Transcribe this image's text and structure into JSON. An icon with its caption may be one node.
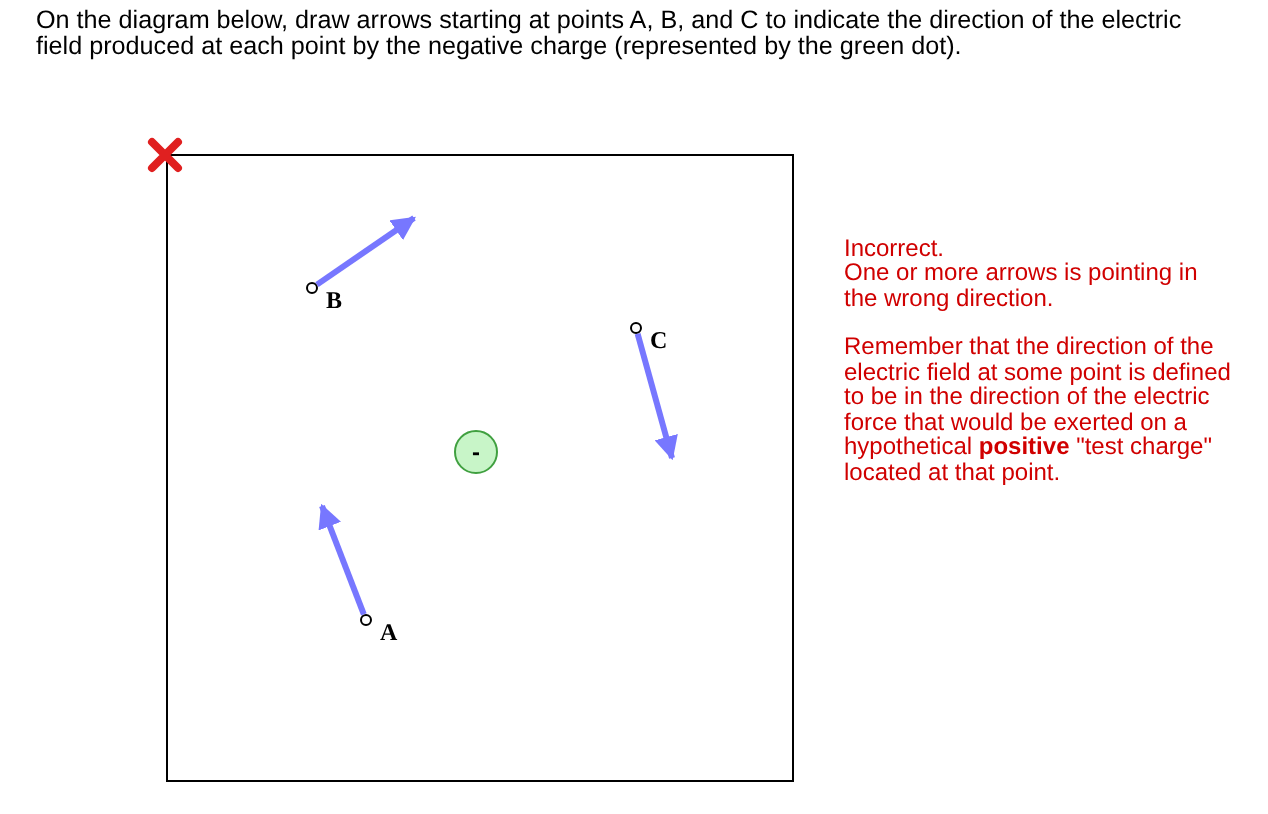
{
  "diagram": {
    "title": "On the diagram below, draw arrows starting at points A, B, and C to indicate the direction of the electric field produced at each point by the negative charge (represented by the green dot).",
    "nodes": [
      {
        "text": [],
        "shape": "box"
      },
      {
        "text": [
          "-"
        ],
        "in": 0
      },
      {
        "text": [
          "B"
        ],
        "in": 0
      },
      {
        "text": [
          "C"
        ],
        "in": 0
      },
      {
        "text": [
          "A"
        ],
        "in": 0
      }
    ],
    "edges": [
      {
        "from": 2,
        "to": null,
        "arrow": "to"
      },
      {
        "from": 3,
        "to": null,
        "arrow": "to"
      },
      {
        "from": 4,
        "to": null,
        "arrow": "to"
      }
    ],
    "labels": [
      "Incorrect.",
      "One or more arrows is pointing in the wrong direction.",
      "Remember that the direction of the electric field at some point is defined to be in the direction of the electric force that would be exerted on a hypothetical **positive** \"test charge\" located at that point."
    ]
  }
}
